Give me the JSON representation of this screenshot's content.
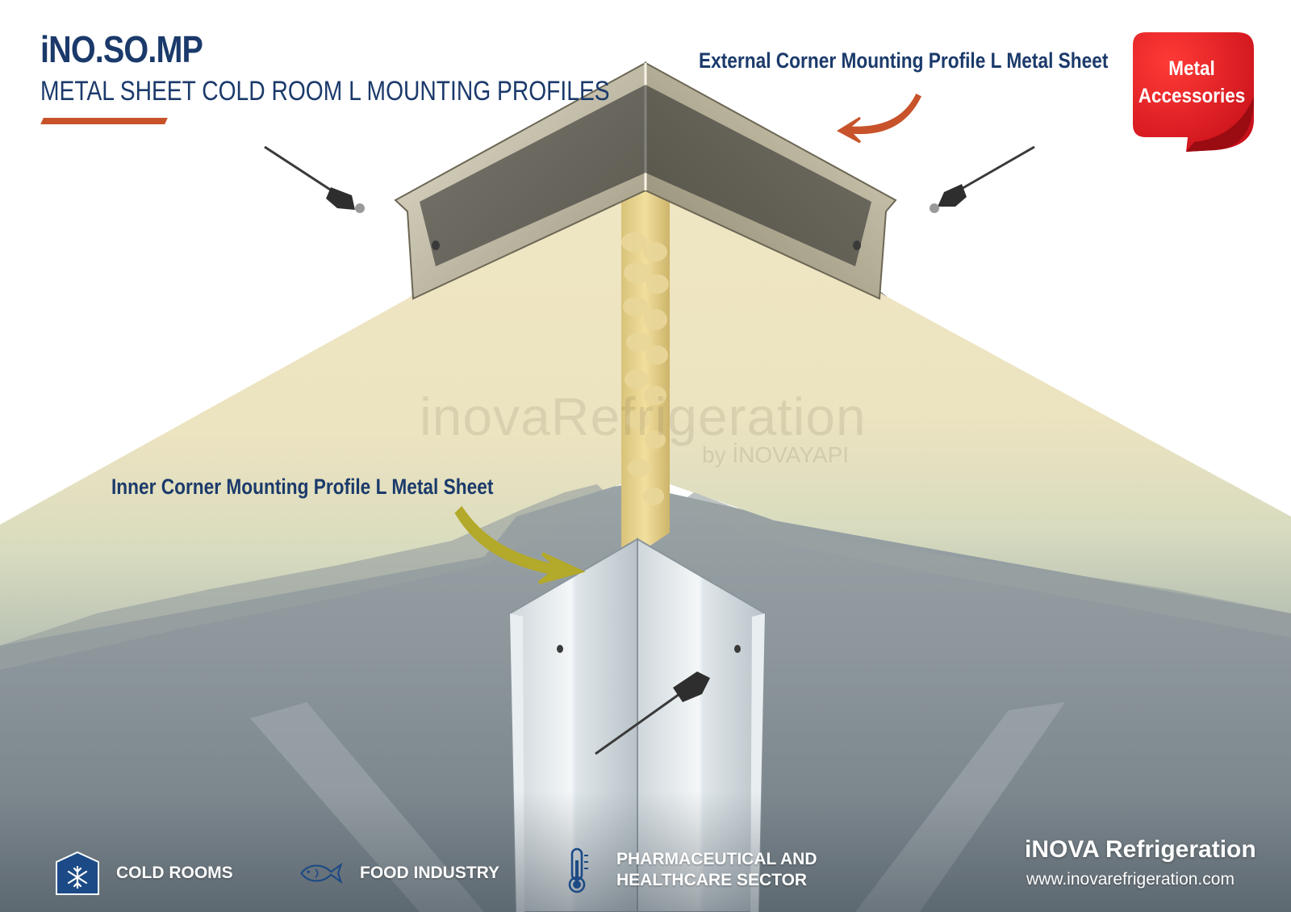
{
  "header": {
    "product_code": "iNO.SO.MP",
    "subtitle": "METAL SHEET COLD ROOM L MOUNTING PROFILES"
  },
  "labels": {
    "external_corner": "External Corner Mounting Profile L Metal  Sheet",
    "inner_corner": "Inner Corner Mounting Profile L Metal  Sheet"
  },
  "badge": {
    "line1": "Metal",
    "line2": "Accessories"
  },
  "watermark": {
    "main": "inovaRefrigeration",
    "sub": "by İNOVAYAPI"
  },
  "sectors": [
    {
      "icon": "snowflake-icon",
      "line1": "COLD ROOMS",
      "line2": ""
    },
    {
      "icon": "fish-icon",
      "line1": "FOOD INDUSTRY",
      "line2": ""
    },
    {
      "icon": "thermometer-icon",
      "line1": "PHARMACEUTICAL AND",
      "line2": "HEALTHCARE SECTOR"
    }
  ],
  "brand": {
    "name": "iNOVA Refrigeration",
    "url": "www.inovarefrigeration.com"
  },
  "colors": {
    "brand_navy": "#1b3a6b",
    "accent_orange": "#c8532a",
    "badge_red": "#e3141d",
    "inner_arrow_olive": "#b3a92a",
    "panel_foam": "#efe6c6",
    "panel_steel": "#8f999f"
  }
}
